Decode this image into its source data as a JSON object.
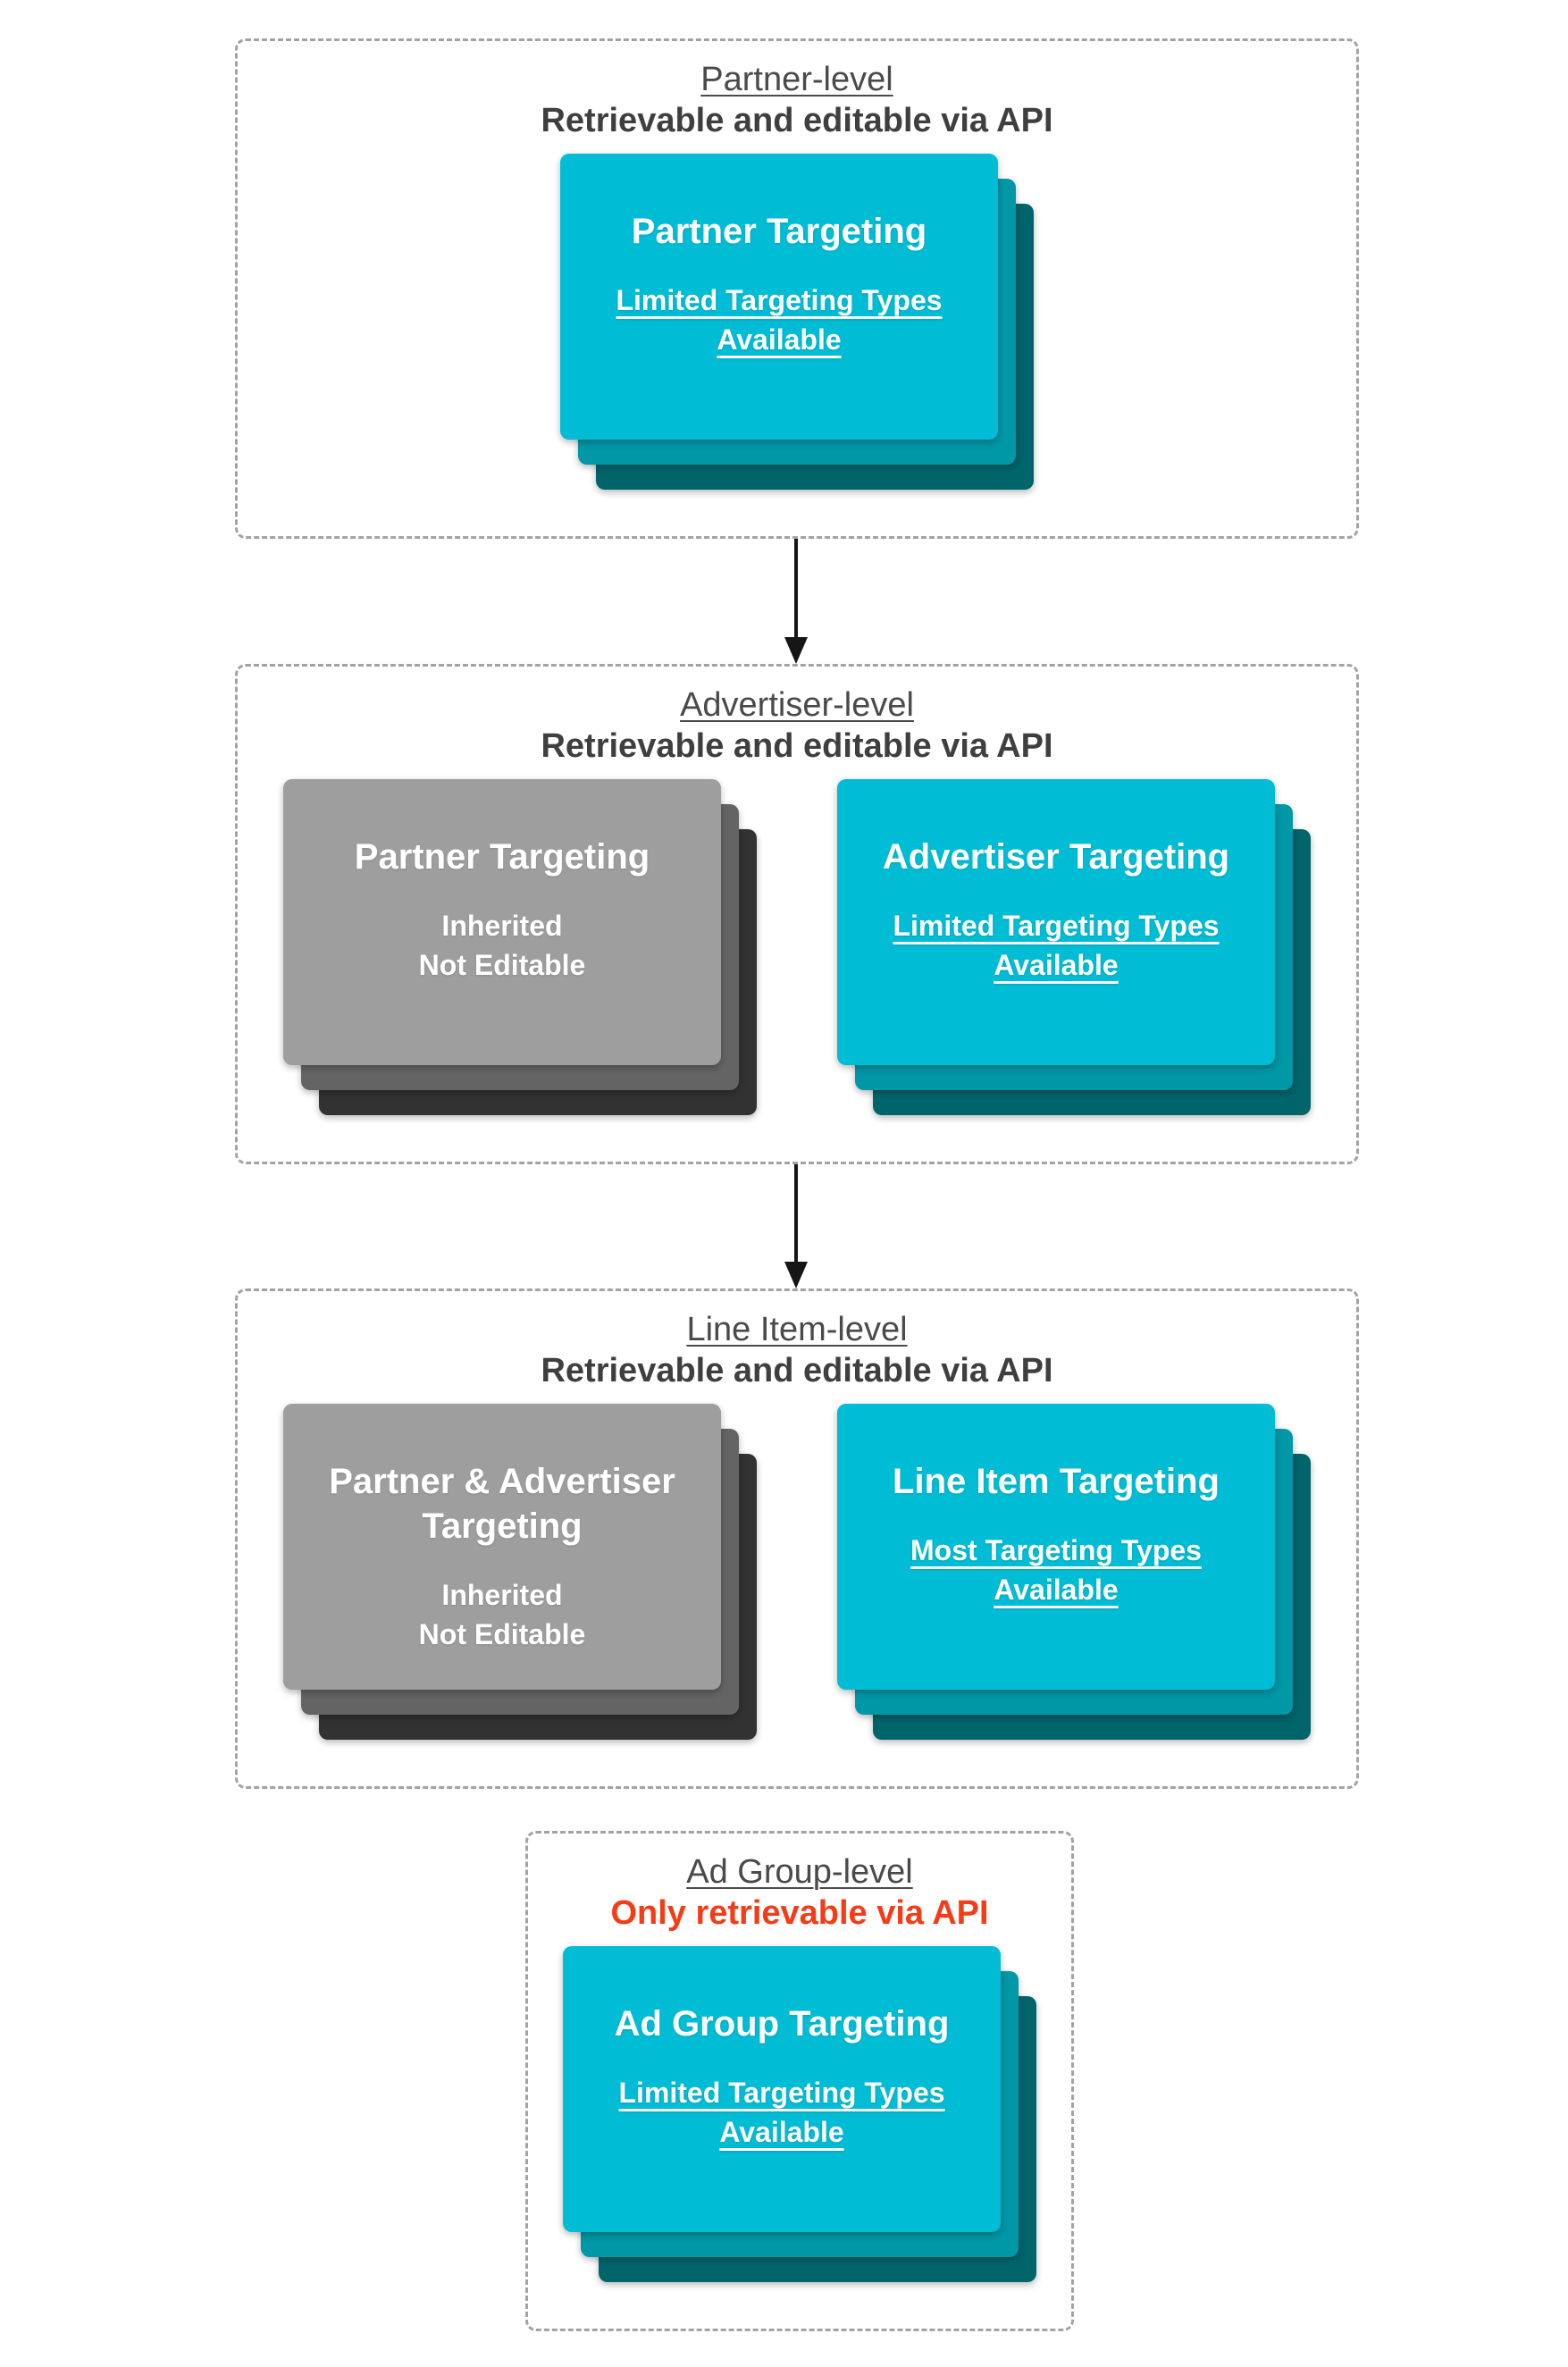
{
  "diagram": {
    "background": "#ffffff"
  },
  "colors": {
    "cyan": "#00bcd4",
    "cyan_mid": "#0097a7",
    "cyan_dark": "#00646b",
    "gray": "#9e9e9e",
    "gray_mid": "#646464",
    "gray_dark": "#323232",
    "border": "#a3a3a3",
    "heading": "#4a4a4a",
    "subheading": "#3f3f3f",
    "red": "#f43c16",
    "arrow": "#161616",
    "card_text": "#ffffff"
  },
  "sections": [
    {
      "title": "Partner-level",
      "subtitle": "Retrievable and editable via API",
      "cards": [
        {
          "variant": "cyan",
          "title_lines": [
            "Partner Targeting"
          ],
          "subtitle_lines": [
            "Limited Targeting Types",
            "Available"
          ],
          "subtitle_underlined": true
        }
      ]
    },
    {
      "title": "Advertiser-level",
      "subtitle": "Retrievable and editable via API",
      "cards": [
        {
          "variant": "gray",
          "title_lines": [
            "Partner Targeting"
          ],
          "subtitle_lines": [
            "Inherited",
            "Not Editable"
          ],
          "subtitle_underlined": false
        },
        {
          "variant": "cyan",
          "title_lines": [
            "Advertiser Targeting"
          ],
          "subtitle_lines": [
            "Limited Targeting Types",
            "Available"
          ],
          "subtitle_underlined": true
        }
      ]
    },
    {
      "title": "Line Item-level",
      "subtitle": "Retrievable and editable via API",
      "cards": [
        {
          "variant": "gray",
          "title_lines": [
            "Partner & Advertiser",
            "Targeting"
          ],
          "subtitle_lines": [
            "Inherited",
            "Not Editable"
          ],
          "subtitle_underlined": false
        },
        {
          "variant": "cyan",
          "title_lines": [
            "Line Item Targeting"
          ],
          "subtitle_lines": [
            "Most Targeting Types",
            "Available"
          ],
          "subtitle_underlined": true
        }
      ]
    },
    {
      "title": "Ad Group-level",
      "subtitle": "Only retrievable via API",
      "subtitle_style": "red",
      "cards": [
        {
          "variant": "cyan",
          "title_lines": [
            "Ad Group Targeting"
          ],
          "subtitle_lines": [
            "Limited Targeting Types",
            "Available"
          ],
          "subtitle_underlined": true
        }
      ]
    }
  ]
}
